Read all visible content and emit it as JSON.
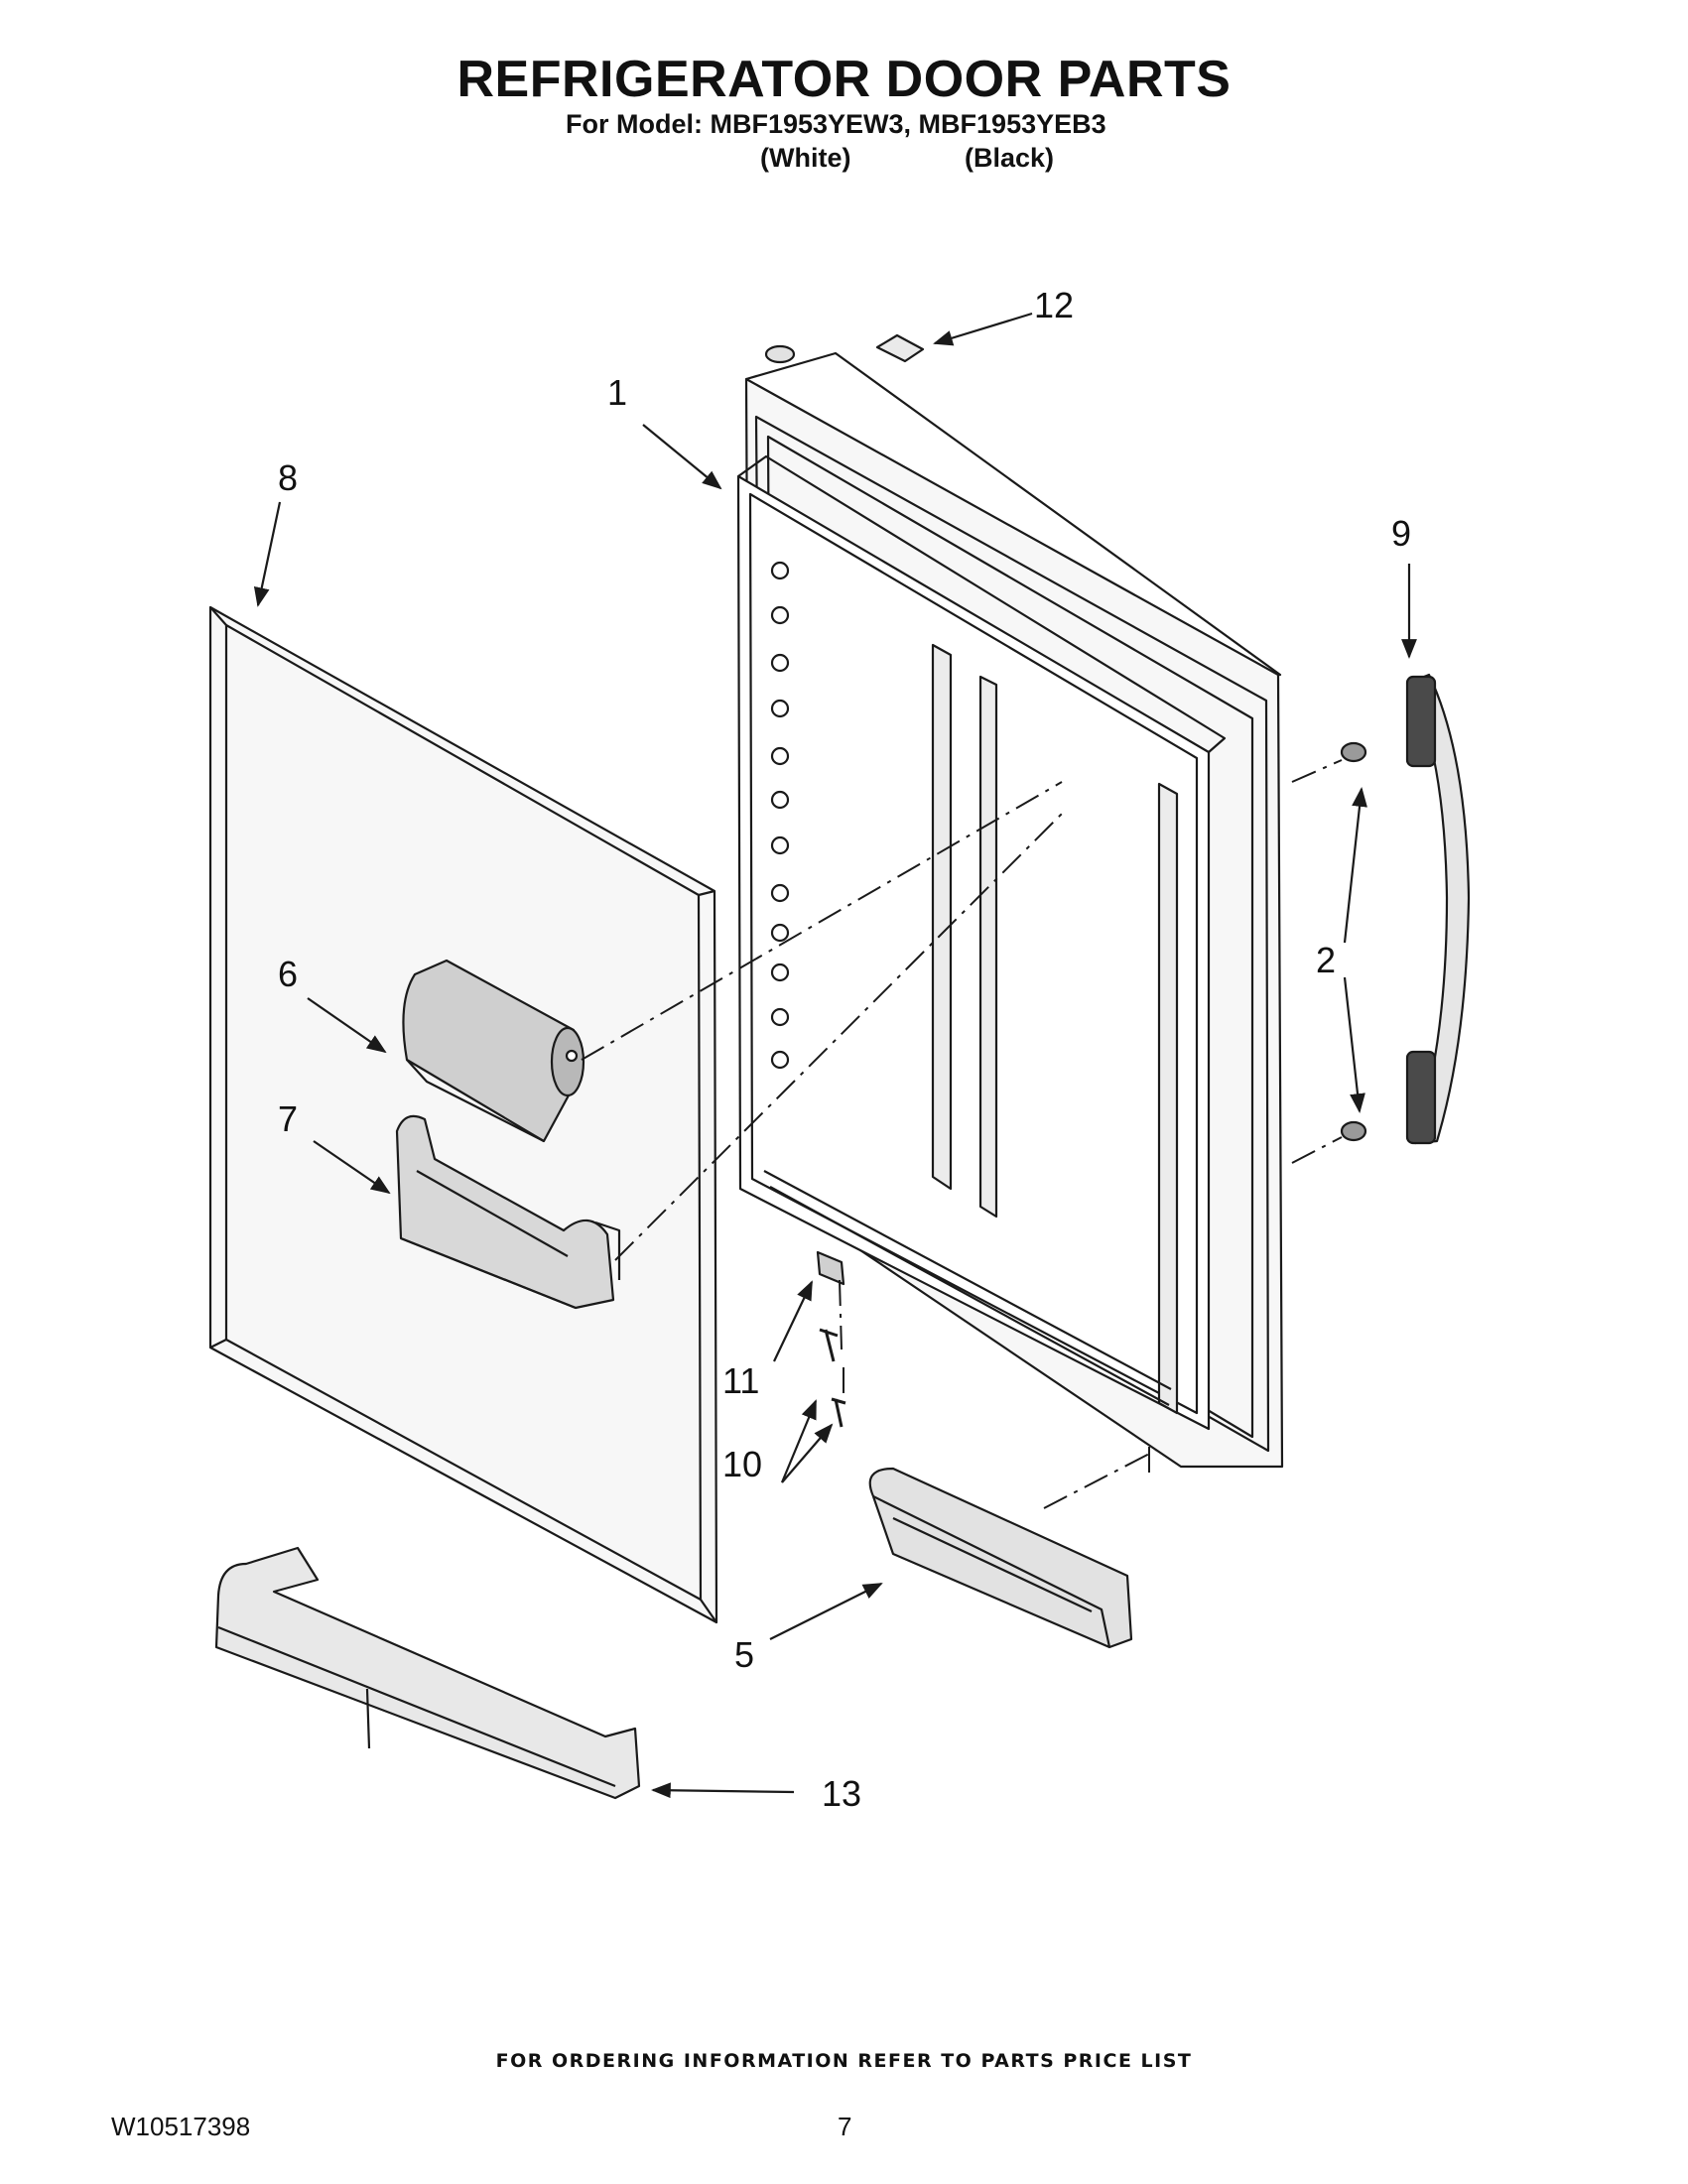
{
  "header": {
    "title": "REFRIGERATOR DOOR PARTS",
    "model_line": "For Model: MBF1953YEW3, MBF1953YEB3",
    "color_white": "(White)",
    "color_black": "(Black)"
  },
  "callouts": {
    "c1": "1",
    "c2": "2",
    "c5": "5",
    "c6": "6",
    "c7": "7",
    "c8": "8",
    "c9": "9",
    "c10": "10",
    "c11": "11",
    "c12": "12",
    "c13": "13"
  },
  "footer": {
    "ordering_info": "FOR ORDERING INFORMATION REFER TO PARTS PRICE LIST",
    "doc_number": "W10517398",
    "page_number": "7"
  },
  "colors": {
    "line": "#1a1a1a",
    "part_fill": "#f4f4f4",
    "shade": "#c8c8c8"
  }
}
